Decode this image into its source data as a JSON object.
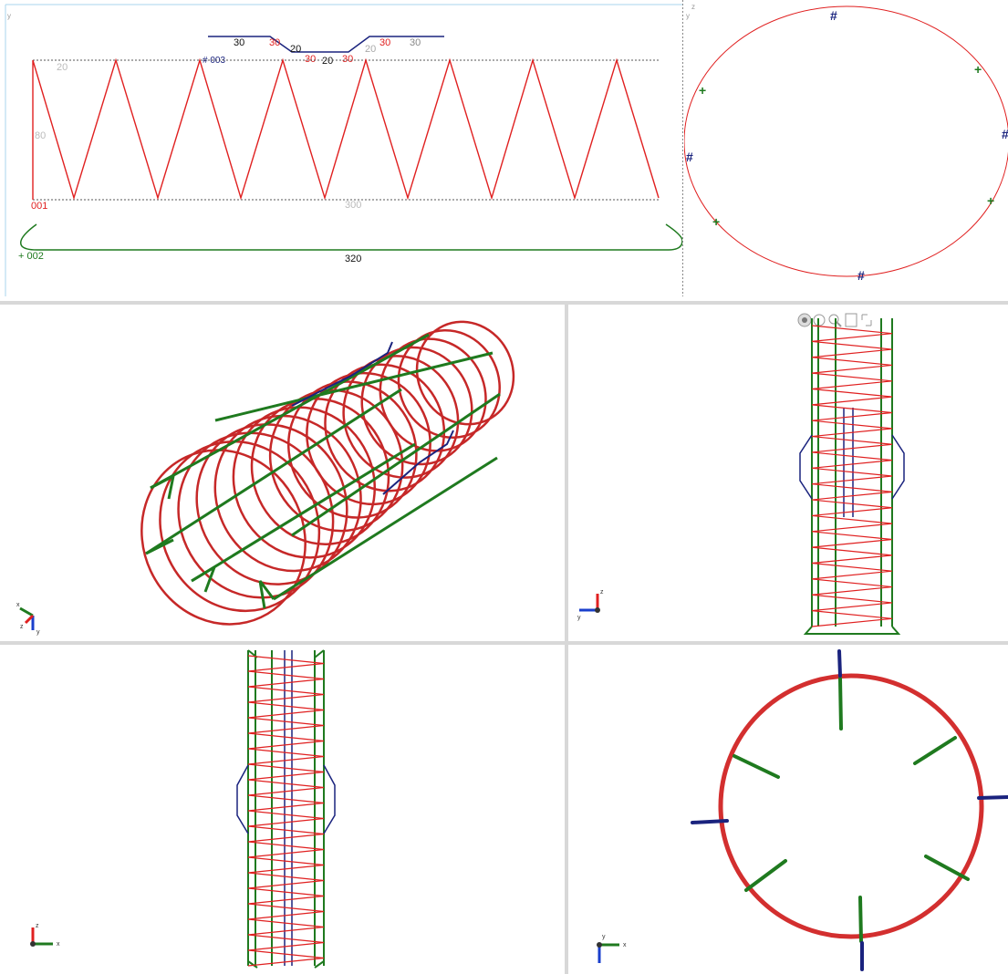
{
  "shape_editor": {
    "axis_y": "y",
    "bar_003": {
      "mark": "# 003",
      "dims": [
        "30",
        "30",
        "20",
        "30",
        "20",
        "30",
        "30",
        "20",
        "30"
      ]
    },
    "bar_001": {
      "mark": "001",
      "dim_height": "80",
      "dim_pitch": "20",
      "dim_length": "300"
    },
    "bar_002": {
      "mark": "+ 002",
      "dim_length": "320"
    }
  },
  "section_view": {
    "axis_z": "z",
    "axis_y": "y"
  },
  "views": [
    {
      "name": "isometric",
      "axes": [
        "x",
        "y",
        "z"
      ]
    },
    {
      "name": "front",
      "axes": [
        "z",
        "y"
      ]
    },
    {
      "name": "side",
      "axes": [
        "z",
        "x"
      ]
    },
    {
      "name": "top",
      "axes": [
        "y",
        "x"
      ]
    }
  ],
  "toolbar_icons": [
    "select-icon",
    "rotate-icon",
    "zoom-icon",
    "pan-icon",
    "fit-icon"
  ],
  "colors": {
    "spiral": "#e02020",
    "longitudinal": "#1f7a1f",
    "stirrup": "#1a237e",
    "divider": "#d8d8d8",
    "dashed": "#555555"
  }
}
